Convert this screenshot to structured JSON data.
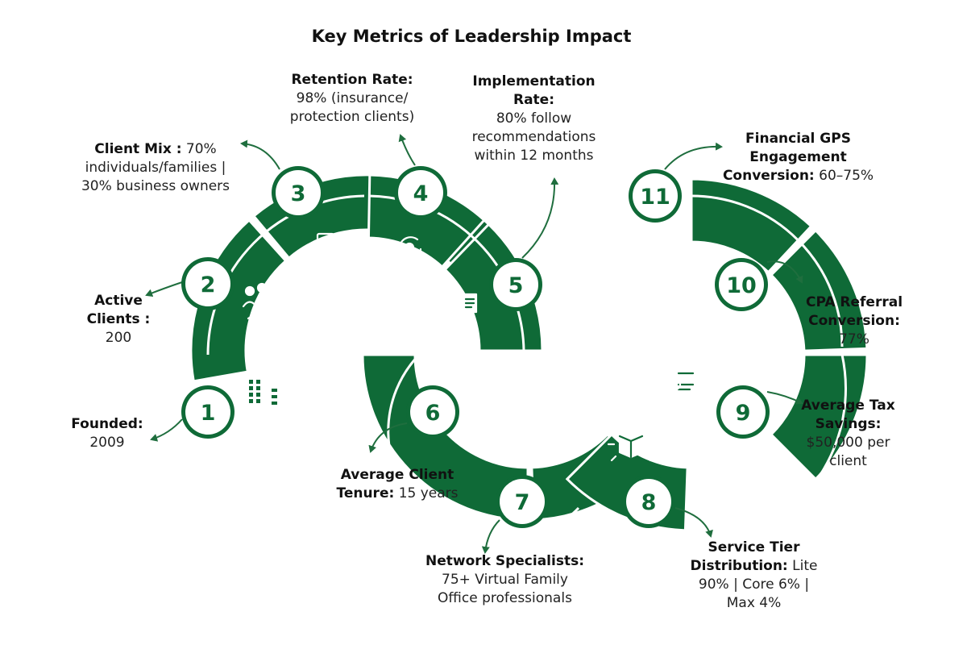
{
  "title": "Key Metrics of Leadership Impact",
  "colors": {
    "segment": "#0f6a37",
    "ring": "#ffffff",
    "arrow": "#1f6e3e",
    "text": "#222222"
  },
  "metrics": [
    {
      "number": "1",
      "label": "Founded:",
      "value": "2009",
      "icon": "office-building-icon"
    },
    {
      "number": "2",
      "label": "Active Clients :",
      "value": "200",
      "icon": "team-handshake-icon"
    },
    {
      "number": "3",
      "label": "Client Mix :",
      "value": "70% individuals/families | 30% business owners",
      "icon": "meeting-table-icon"
    },
    {
      "number": "4",
      "label": "Retention Rate:",
      "value": "98% (insurance/ protection clients)",
      "icon": "hand-person-cycle-icon"
    },
    {
      "number": "5",
      "label": "Implementation Rate:",
      "value": "80% follow recommendations within 12 months",
      "icon": "computer-documents-icon"
    },
    {
      "number": "6",
      "label": "Average Client Tenure:",
      "value": "15 years",
      "icon": "people-group-icon"
    },
    {
      "number": "7",
      "label": "Network Specialists:",
      "value": "75+ Virtual Family Office professionals",
      "icon": "office-workers-icon"
    },
    {
      "number": "8",
      "label": "Service Tier Distribution:",
      "value": "Lite 90% | Core 6% | Max 4%",
      "icon": "package-arrows-icon"
    },
    {
      "number": "9",
      "label": "Average Tax Savings:",
      "value": "$50,000 per client",
      "icon": "tax-document-icon"
    },
    {
      "number": "10",
      "label": "CPA Referral Conversion:",
      "value": "77%",
      "icon": "gear-dollar-person-icon"
    },
    {
      "number": "11",
      "label": "Financial GPS Engagement Conversion:",
      "value": "60–75%",
      "icon": "chart-magnifier-dollar-icon"
    }
  ]
}
